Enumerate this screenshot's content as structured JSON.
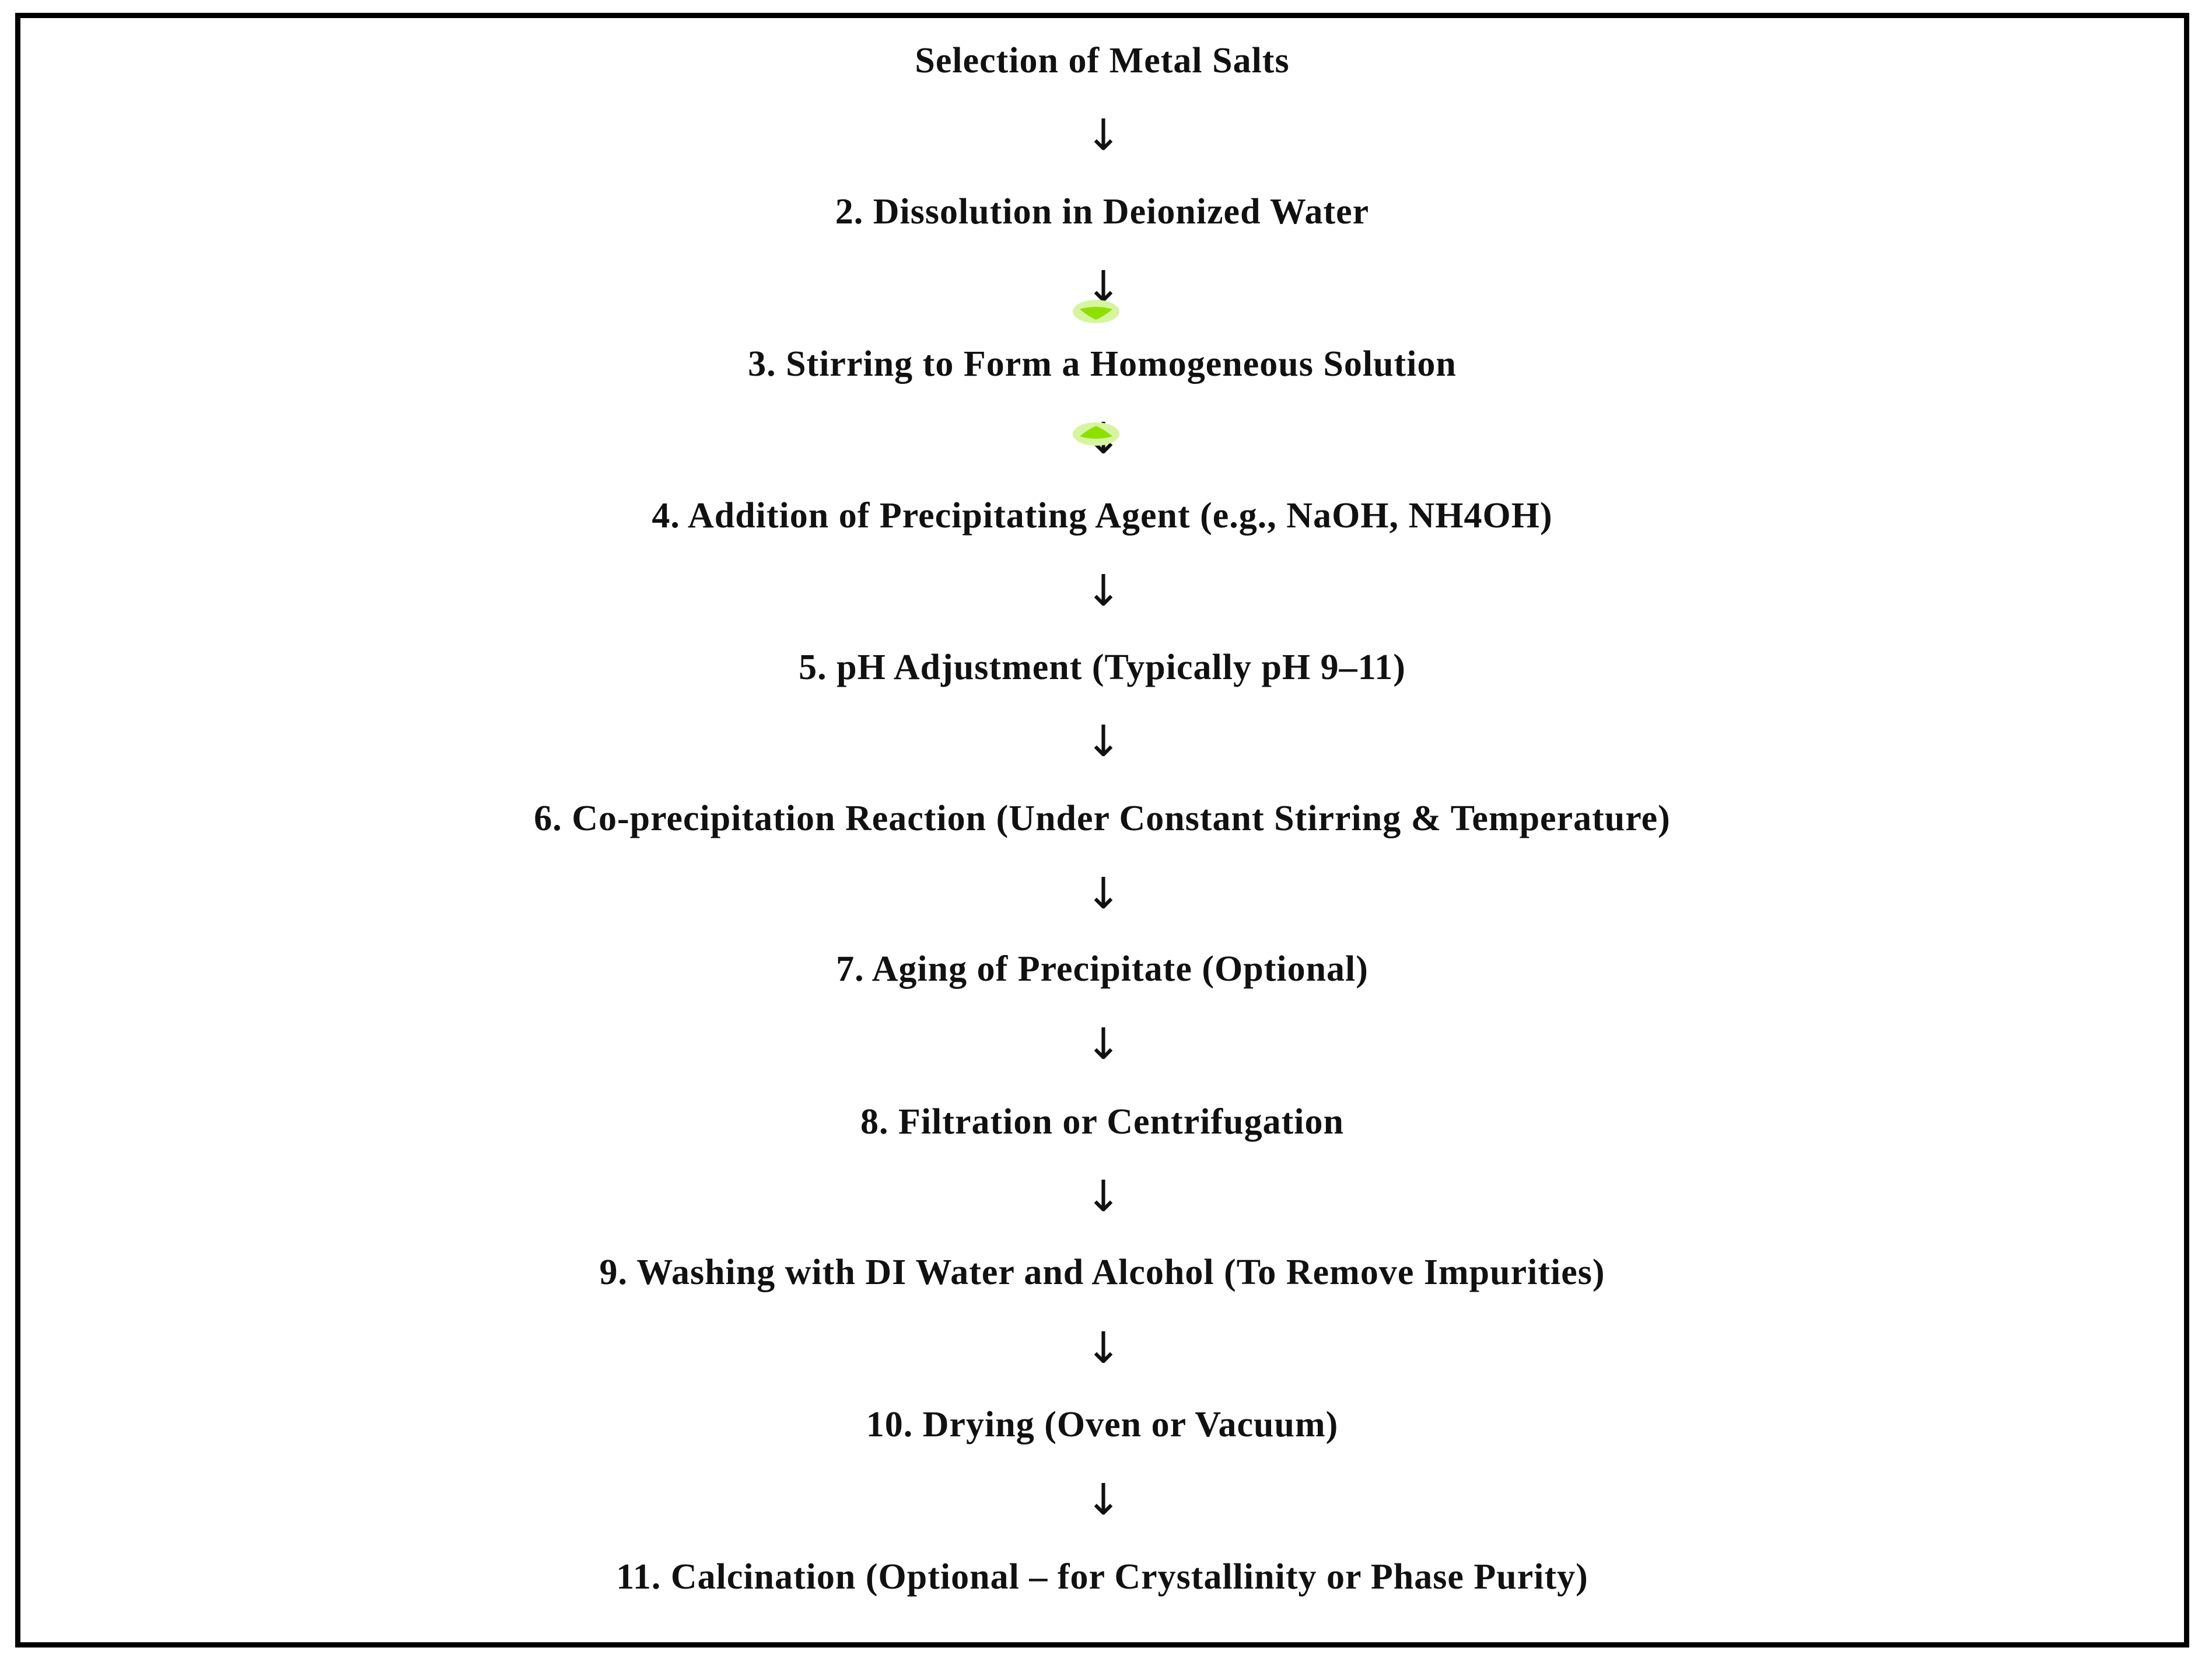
{
  "diagram": {
    "arrow_glyph": "↓",
    "steps": [
      "Selection of Metal Salts",
      "2. Dissolution in Deionized Water",
      "3. Stirring to Form a Homogeneous Solution",
      "4. Addition of Precipitating Agent (e.g., NaOH, NH4OH)",
      "5. pH Adjustment (Typically pH 9–11)",
      "6. Co-precipitation Reaction (Under Constant Stirring & Temperature)",
      "7. Aging of Precipitate (Optional)",
      "8. Filtration or Centrifugation",
      "9. Washing with DI Water and Alcohol (To Remove Impurities)",
      "10. Drying (Oven or Vacuum)",
      "11. Calcination (Optional – for Crystallinity or Phase Purity)"
    ],
    "marker_color": "#8ee000",
    "marker_light_color": "#d6f5a0"
  }
}
